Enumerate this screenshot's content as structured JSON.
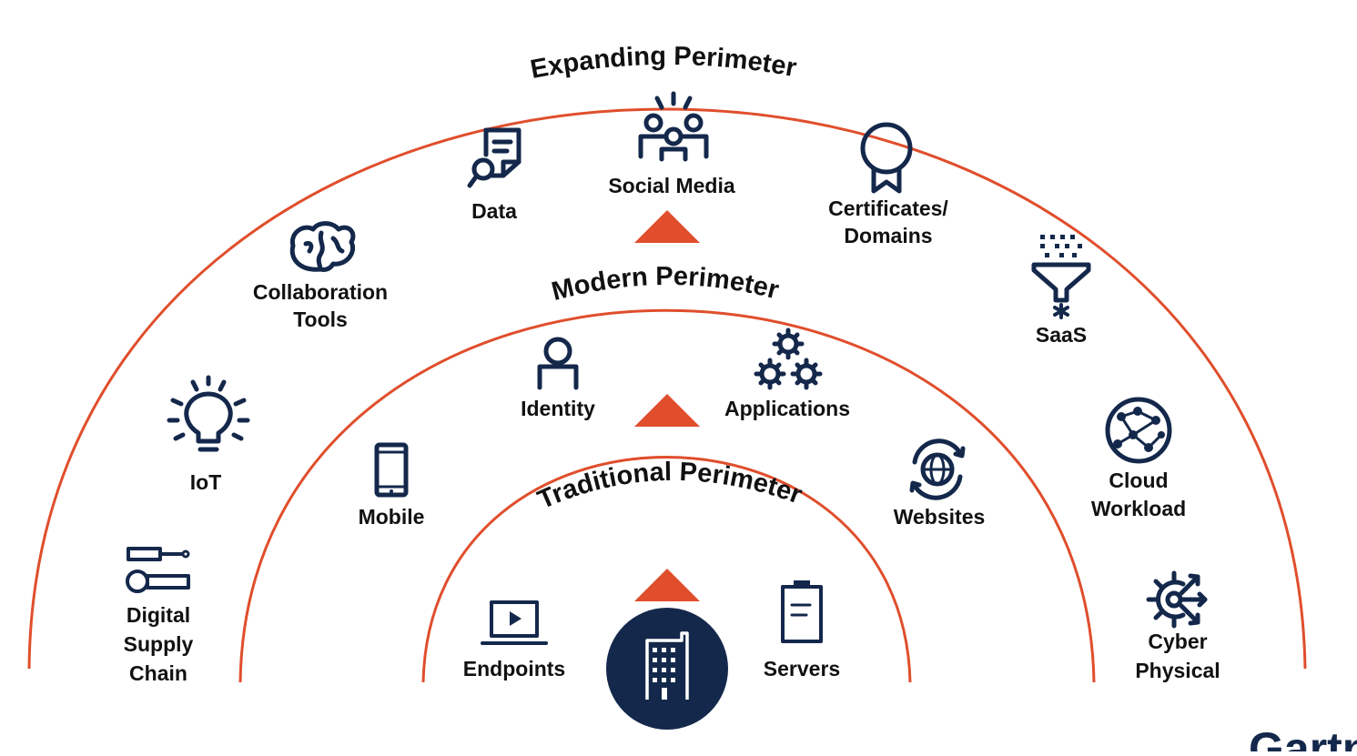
{
  "rings": {
    "expanding": {
      "title": "Expanding Perimeter"
    },
    "modern": {
      "title": "Modern Perimeter"
    },
    "traditional": {
      "title": "Traditional Perimeter"
    }
  },
  "items": {
    "data": {
      "label": "Data",
      "icon": "document-search-icon"
    },
    "social_media": {
      "label": "Social Media",
      "icon": "people-group-icon"
    },
    "certificates": {
      "line1": "Certificates/",
      "line2": "Domains",
      "icon": "ribbon-badge-icon"
    },
    "collaboration": {
      "line1": "Collaboration",
      "line2": "Tools",
      "icon": "brain-icon"
    },
    "saas": {
      "label": "SaaS",
      "icon": "funnel-icon"
    },
    "iot": {
      "label": "IoT",
      "icon": "lightbulb-icon"
    },
    "cloud": {
      "line1": "Cloud",
      "line2": "Workload",
      "icon": "network-globe-icon"
    },
    "digital_supply": {
      "line1": "Digital",
      "line2": "Supply",
      "line3": "Chain",
      "icon": "key-wrench-icon"
    },
    "cyber_physical": {
      "line1": "Cyber",
      "line2": "Physical",
      "icon": "gear-arrows-icon"
    },
    "identity": {
      "label": "Identity",
      "icon": "user-icon"
    },
    "applications": {
      "label": "Applications",
      "icon": "gears-icon"
    },
    "mobile": {
      "label": "Mobile",
      "icon": "smartphone-icon"
    },
    "websites": {
      "label": "Websites",
      "icon": "globe-refresh-icon"
    },
    "endpoints": {
      "label": "Endpoints",
      "icon": "laptop-play-icon"
    },
    "servers": {
      "label": "Servers",
      "icon": "clipboard-icon"
    },
    "building": {
      "icon": "building-icon"
    }
  },
  "logo": {
    "text": "Gartner"
  },
  "colors": {
    "ring": "#e04e2c",
    "icon": "#14284b"
  }
}
